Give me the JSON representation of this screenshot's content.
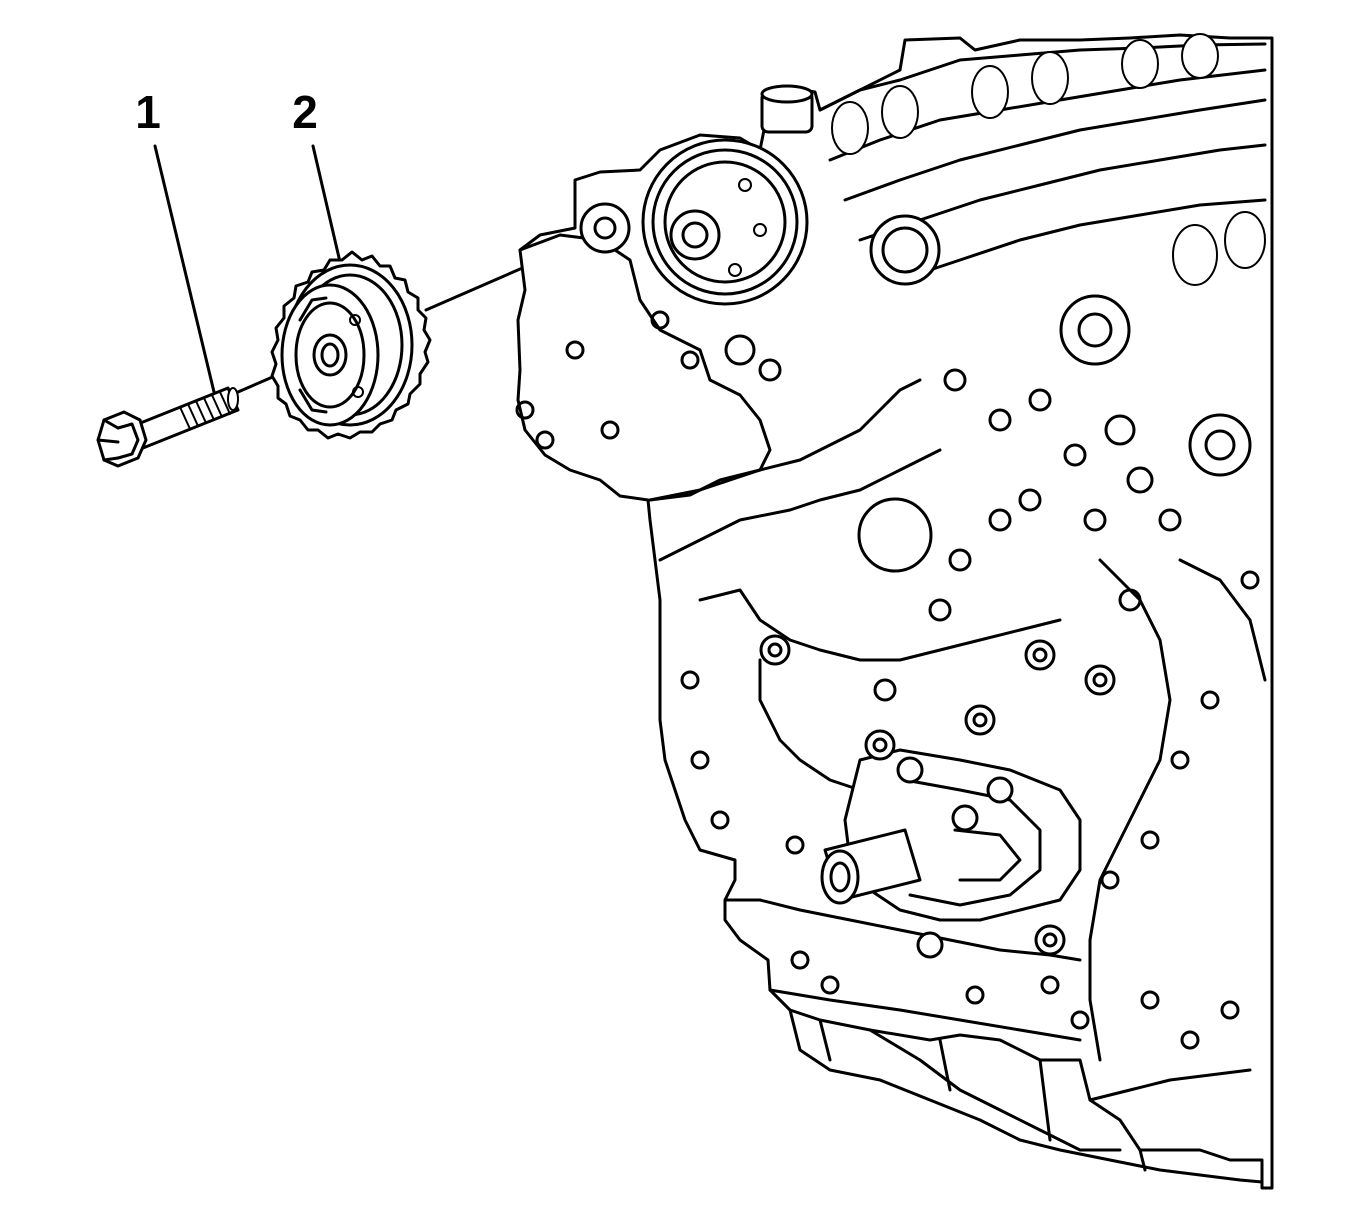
{
  "callouts": [
    {
      "label": "1",
      "part": "bolt"
    },
    {
      "label": "2",
      "part": "sprocket"
    }
  ],
  "colors": {
    "line": "#000000",
    "background": "#ffffff"
  }
}
